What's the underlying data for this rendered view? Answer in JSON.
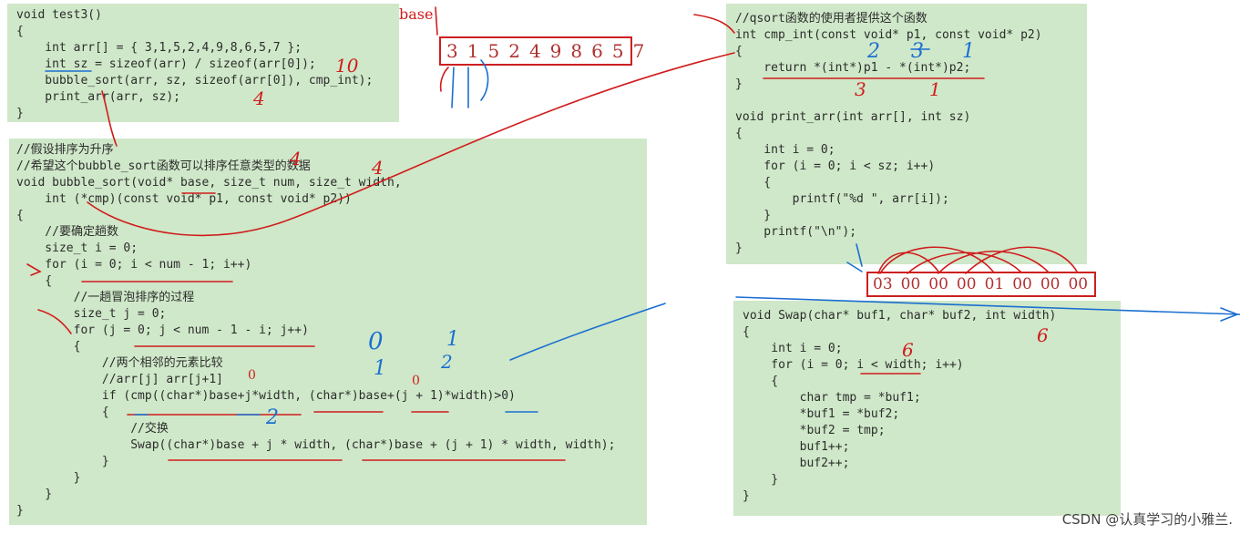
{
  "test3_panel": {
    "lines": [
      "void test3()",
      "{",
      "    int arr[] = { 3,1,5,2,4,9,8,6,5,7 };",
      "    int sz = sizeof(arr) / sizeof(arr[0]);",
      "    bubble_sort(arr, sz, sizeof(arr[0]), cmp_int);",
      "    print_arr(arr, sz);",
      "}"
    ]
  },
  "bubble_panel": {
    "lines": [
      "//假设排序为升序",
      "//希望这个bubble_sort函数可以排序任意类型的数据",
      "void bubble_sort(void* base, size_t num, size_t width,",
      "    int (*cmp)(const void* p1, const void* p2))",
      "{",
      "    //要确定趟数",
      "    size_t i = 0;",
      "    for (i = 0; i < num - 1; i++)",
      "    {",
      "        //一趟冒泡排序的过程",
      "        size_t j = 0;",
      "        for (j = 0; j < num - 1 - i; j++)",
      "        {",
      "            //两个相邻的元素比较",
      "            //arr[j] arr[j+1]",
      "            if (cmp((char*)base+j*width, (char*)base+(j + 1)*width)>0)",
      "            {",
      "                //交换",
      "                Swap((char*)base + j * width, (char*)base + (j + 1) * width, width);",
      "            }",
      "        }",
      "    }",
      "}"
    ]
  },
  "cmp_panel": {
    "lines": [
      "//qsort函数的使用者提供这个函数",
      "int cmp_int(const void* p1, const void* p2)",
      "{",
      "    return *(int*)p1 - *(int*)p2;",
      "}",
      "",
      "void print_arr(int arr[], int sz)",
      "{",
      "    int i = 0;",
      "    for (i = 0; i < sz; i++)",
      "    {",
      "        printf(\"%d \", arr[i]);",
      "    }",
      "    printf(\"\\n\");",
      "}"
    ]
  },
  "swap_panel": {
    "lines": [
      "void Swap(char* buf1, char* buf2, int width)",
      "{",
      "    int i = 0;",
      "    for (i = 0; i < width; i++)",
      "    {",
      "        char tmp = *buf1;",
      "        *buf1 = *buf2;",
      "        *buf2 = tmp;",
      "        buf1++;",
      "        buf2++;",
      "    }",
      "}"
    ]
  },
  "array_box": {
    "label": "base",
    "values": [
      "3",
      "1",
      "5",
      "2",
      "4",
      "9",
      "8",
      "6",
      "5",
      "7"
    ]
  },
  "bytes_box": {
    "values": [
      "03",
      "00",
      "00",
      "00",
      "01",
      "00",
      "00",
      "00"
    ]
  },
  "annotations": {
    "red": [
      "10",
      "4",
      "4",
      "4",
      "3",
      "1",
      "6",
      "6",
      "0",
      "0"
    ],
    "blue": [
      "2",
      "0",
      "1",
      "1",
      "2",
      "3",
      "2",
      "1"
    ]
  },
  "watermark": "CSDN @认真学习的小雅兰.",
  "colors": {
    "panel_bg": "#cfe8c9",
    "ink_red": "#d01c1c",
    "ink_blue": "#1a6fd0"
  }
}
